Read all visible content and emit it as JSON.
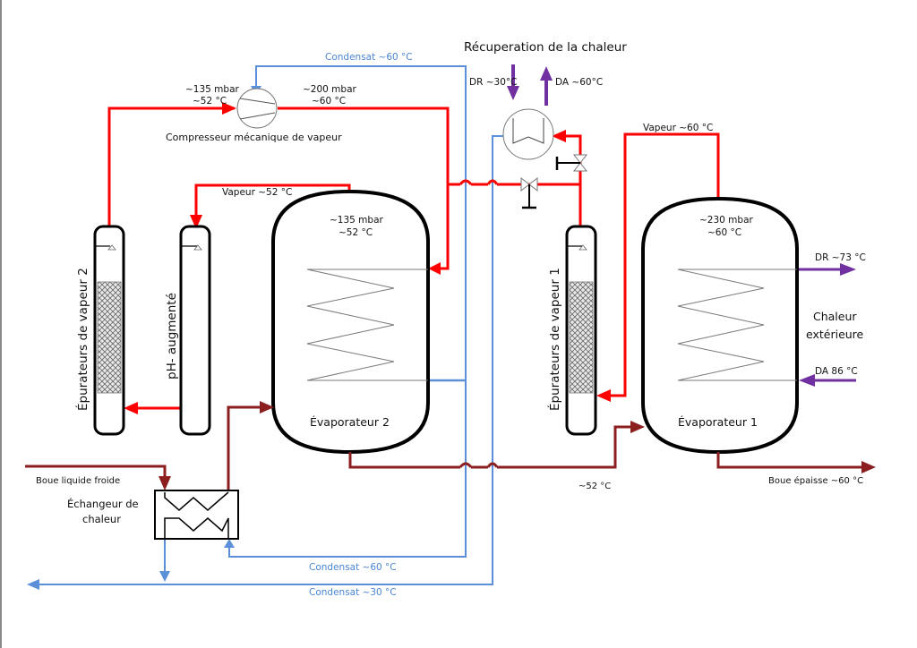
{
  "colors": {
    "steam": "#ff0000",
    "condensate": "#5b8fd8",
    "sludge": "#8b1f1f",
    "heating_water": "#7030a0",
    "vessel": "#000000",
    "coil": "#7a7a7a"
  },
  "title": "Récuperation de la chaleur",
  "compressor": {
    "label": "Compresseur mécanique de vapeur",
    "inlet_pressure": "~135 mbar",
    "inlet_temp": "~52 °C",
    "outlet_pressure": "~200 mbar",
    "outlet_temp": "~60 °C",
    "condensate_label": "Condensat ~60 °C"
  },
  "heat_recovery": {
    "dr_label": "DR ~30°C",
    "da_label": "DA ~60°C"
  },
  "evaporator_2": {
    "label": "Évaporateur 2",
    "pressure": "~135 mbar",
    "temp": "~52 °C",
    "vapour_label": "Vapeur ~52 °C"
  },
  "evaporator_1": {
    "label": "Évaporateur 1",
    "pressure": "~230 mbar",
    "temp": "~60 °C",
    "vapour_label": "Vapeur ~60 °C"
  },
  "external_heat": {
    "label_line1": "Chaleur",
    "label_line2": "extérieure",
    "dr_label": "DR ~73 °C",
    "da_label": "DA  86 °C"
  },
  "scrubber_2": {
    "label": "Épurateurs de vapeur 2"
  },
  "ph_column": {
    "label": "pH- augmenté"
  },
  "scrubber_1": {
    "label": "Épurateurs de vapeur 1"
  },
  "heat_exchanger": {
    "label_line1": "Échangeur de",
    "label_line2": "chaleur",
    "inlet_label": "Boue liquide froide"
  },
  "sludge": {
    "intermediate_temp": "~52 °C",
    "outlet_label": "Boue épaisse ~60 °C"
  },
  "condensate_lines": {
    "line_60": "Condensat ~60 °C",
    "line_30": "Condensat ~30 °C"
  }
}
